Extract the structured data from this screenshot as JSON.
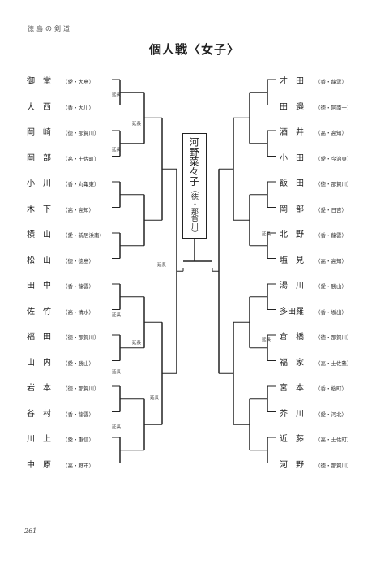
{
  "header": "徳島の剣道",
  "title": "個人戦〈女子〉",
  "page_number": "261",
  "winner": {
    "name": "河野菜々子",
    "affiliation": "（徳・那賀川）"
  },
  "left_players": [
    {
      "name": "御　堂",
      "aff": "（愛・大島）"
    },
    {
      "name": "大　西",
      "aff": "（香・大川）"
    },
    {
      "name": "岡　崎",
      "aff": "（徳・那賀川）"
    },
    {
      "name": "岡　部",
      "aff": "（高・土佐町）"
    },
    {
      "name": "小　川",
      "aff": "（香・丸亀東）"
    },
    {
      "name": "木　下",
      "aff": "（高・高知）"
    },
    {
      "name": "横　山",
      "aff": "（愛・新居浜南）"
    },
    {
      "name": "松　山",
      "aff": "（徳・徳島）"
    },
    {
      "name": "田　中",
      "aff": "（香・龍雲）"
    },
    {
      "name": "佐　竹",
      "aff": "（高・清水）"
    },
    {
      "name": "福　田",
      "aff": "（徳・那賀川）"
    },
    {
      "name": "山　内",
      "aff": "（愛・勝山）"
    },
    {
      "name": "岩　本",
      "aff": "（徳・那賀川）"
    },
    {
      "name": "谷　村",
      "aff": "（香・龍雲）"
    },
    {
      "name": "川　上",
      "aff": "（愛・重信）"
    },
    {
      "name": "中　原",
      "aff": "（高・野市）"
    }
  ],
  "right_players": [
    {
      "name": "才　田",
      "aff": "（香・龍雲）"
    },
    {
      "name": "田　邉",
      "aff": "（徳・阿南一）"
    },
    {
      "name": "酒　井",
      "aff": "（高・高知）"
    },
    {
      "name": "小　田",
      "aff": "（愛・今治東）"
    },
    {
      "name": "飯　田",
      "aff": "（徳・那賀川）"
    },
    {
      "name": "岡　部",
      "aff": "（愛・日吉）"
    },
    {
      "name": "北　野",
      "aff": "（香・龍雲）"
    },
    {
      "name": "塩　見",
      "aff": "（高・高知）"
    },
    {
      "name": "湯　川",
      "aff": "（愛・勝山）"
    },
    {
      "name": "多田羅",
      "aff": "（香・坂出）"
    },
    {
      "name": "倉　橋",
      "aff": "（徳・那賀川）"
    },
    {
      "name": "福　家",
      "aff": "（高・土佐塾）"
    },
    {
      "name": "宮　本",
      "aff": "（香・桜町）"
    },
    {
      "name": "芥　川",
      "aff": "（愛・河北）"
    },
    {
      "name": "近　藤",
      "aff": "（高・土佐町）"
    },
    {
      "name": "河　野",
      "aff": "（徳・那賀川）"
    }
  ],
  "extension_label": "延長"
}
